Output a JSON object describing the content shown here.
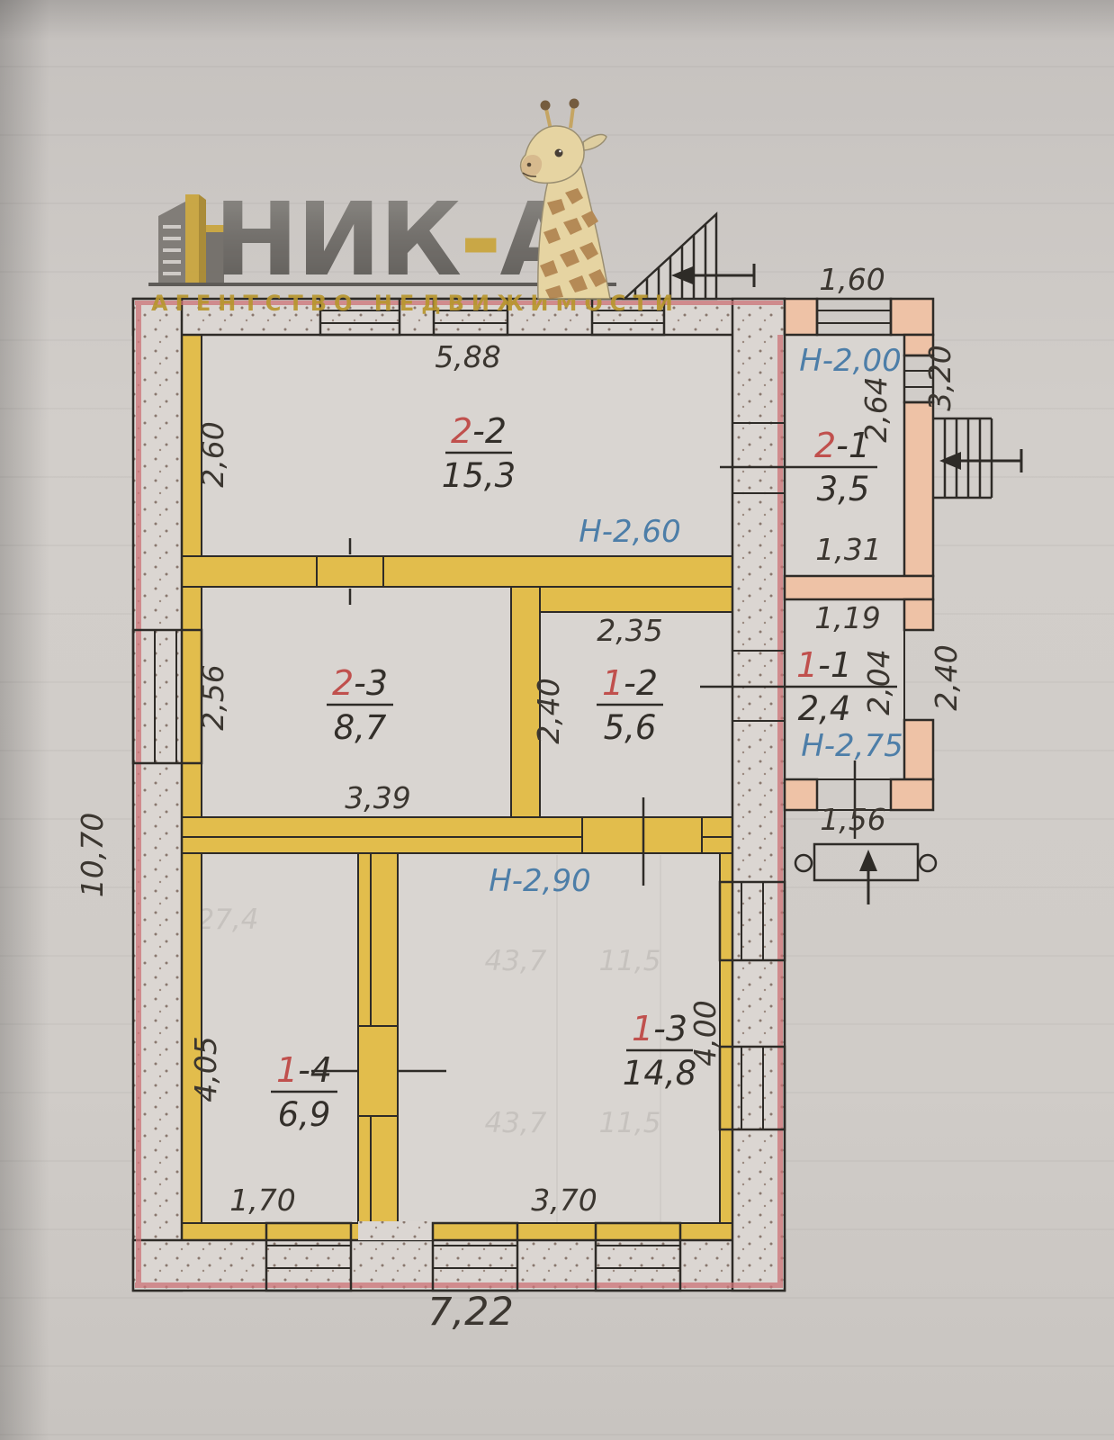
{
  "logo": {
    "name_parts": [
      "НИК",
      "-",
      "А"
    ],
    "tagline": "АГЕНТСТВО НЕДВИЖИМОСТИ"
  },
  "plan": {
    "rooms": {
      "r22": {
        "prefix": "2",
        "suffix": "-2",
        "area": "15,3"
      },
      "r21": {
        "prefix": "2",
        "suffix": "-1",
        "area": "3,5"
      },
      "r23": {
        "prefix": "2",
        "suffix": "-3",
        "area": "8,7"
      },
      "r12": {
        "prefix": "1",
        "suffix": "-2",
        "area": "5,6"
      },
      "r11": {
        "prefix": "1",
        "suffix": "-1",
        "area": "2,4"
      },
      "r14": {
        "prefix": "1",
        "suffix": "-4",
        "area": "6,9"
      },
      "r13": {
        "prefix": "1",
        "suffix": "-3",
        "area": "14,8"
      }
    },
    "heights": {
      "r22": "Н-2,60",
      "r21": "Н-2,00",
      "r11": "Н-2,75",
      "r13": "Н-2,90"
    },
    "dims": {
      "top_width": "5,88",
      "annex_top_width": "1,60",
      "annex_right_height": "3,20",
      "r21_depth": "2,64",
      "r21_width": "1,31",
      "r11_width": "1,19",
      "r11_depth": "2,04",
      "annex_lower_right_height": "2,40",
      "porch_width": "1,56",
      "r22_depth": "2,60",
      "r23_depth": "2,56",
      "r23_width": "3,39",
      "r12_width": "2,35",
      "r12_depth": "2,40",
      "left_total_height": "10,70",
      "r14_depth": "4,05",
      "r14_width": "1,70",
      "r13_width": "3,70",
      "r13_depth": "4,00",
      "bottom_total_width": "7,22"
    }
  },
  "bleed_text": [
    "43,7",
    "11,5",
    "27,4"
  ],
  "colors": {
    "wall_yellow": "#e2bd4c",
    "wall_salmon": "#eec2a6",
    "wall_hatch_bg": "#dbd6d2",
    "line_dark": "#2e2b27",
    "dim_text": "#3b3630",
    "height_text": "#4d7ea8",
    "room_number_red": "#c0504d",
    "pink_edge": "#cc7276",
    "logo_gray": "#6d6a66",
    "logo_gold": "#b8962e"
  }
}
